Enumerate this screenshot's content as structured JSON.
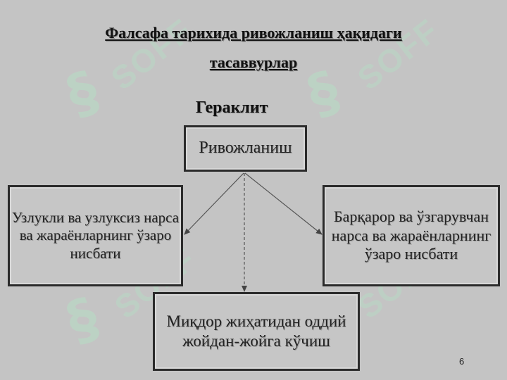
{
  "slide": {
    "title_line1": "Фалсафа тарихида  ривожланиш ҳақидаги",
    "title_line2": "тасаввурлар",
    "subtitle": "Гераклит",
    "page_number": "6"
  },
  "diagram": {
    "center": "Ривожланиш",
    "left": "Узлукли ва узлуксиз нарса  ва жараёнларнинг ўзаро нисбати",
    "right": "Барқарор ва ўзгарувчан нарса ва жараёнларнинг ўзаро нисбати",
    "bottom": "Миқдор жиҳатидан оддий жойдан-жойга кўчиш"
  },
  "watermark": {
    "text": "SOFF",
    "glyph": "§"
  }
}
